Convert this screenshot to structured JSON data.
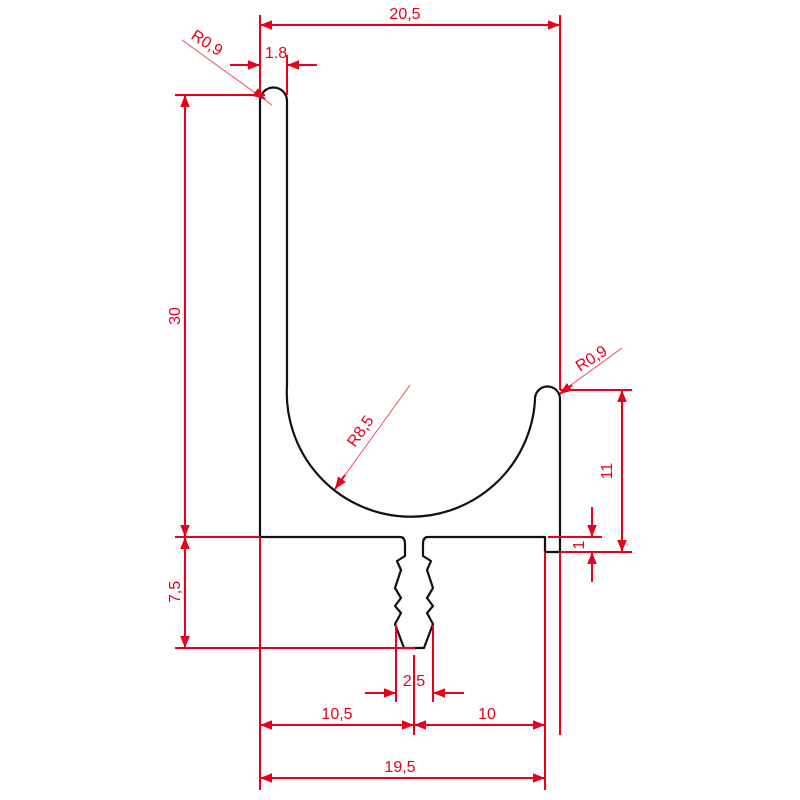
{
  "drawing": {
    "line_color": "#e8001c",
    "profile_color": "#111111",
    "dimensions": {
      "overall_width": "20,5",
      "arm_thickness": "1.8",
      "top_radius": "R0,9",
      "arm_height": "30",
      "inner_radius": "R8,5",
      "right_radius": "R0,9",
      "right_height": "11",
      "step": "1",
      "base_height": "7,5",
      "slot_width": "2,5",
      "left_to_slot": "10,5",
      "slot_to_right": "10",
      "base_width": "19,5"
    }
  }
}
